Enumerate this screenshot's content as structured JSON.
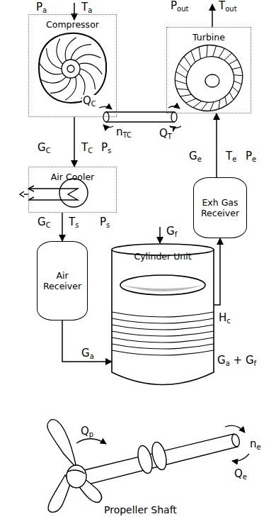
{
  "diagram": {
    "nodes": [
      {
        "text": [
          "Compressor"
        ]
      },
      {
        "text": [
          "Turbine"
        ]
      },
      {
        "text": [
          "Air Cooler"
        ]
      },
      {
        "text": [
          "Air Receiver"
        ]
      },
      {
        "text": [
          "Cylinder Unit"
        ]
      },
      {
        "text": [
          "Exh Gas Receiver"
        ]
      }
    ],
    "edges": [
      {
        "from": 0,
        "to": 2,
        "arrow": "to"
      },
      {
        "from": 2,
        "to": 3,
        "arrow": "to"
      },
      {
        "from": 3,
        "to": 4,
        "arrow": "to"
      },
      {
        "from": 4,
        "to": 5,
        "arrow": "to"
      },
      {
        "from": 5,
        "to": 1,
        "arrow": "to"
      }
    ],
    "labels": [
      "Pa",
      "Ta",
      "QC",
      "nTC",
      "QT",
      "Pout",
      "Tout",
      "GC",
      "TC",
      "Ps",
      "GC",
      "Ts",
      "Ps",
      "Gf",
      "Ga",
      "Hc",
      "Ga + Gf",
      "Ge",
      "Te",
      "Pe",
      "Qp",
      "ne",
      "Qe",
      "Propeller Shaft"
    ]
  }
}
